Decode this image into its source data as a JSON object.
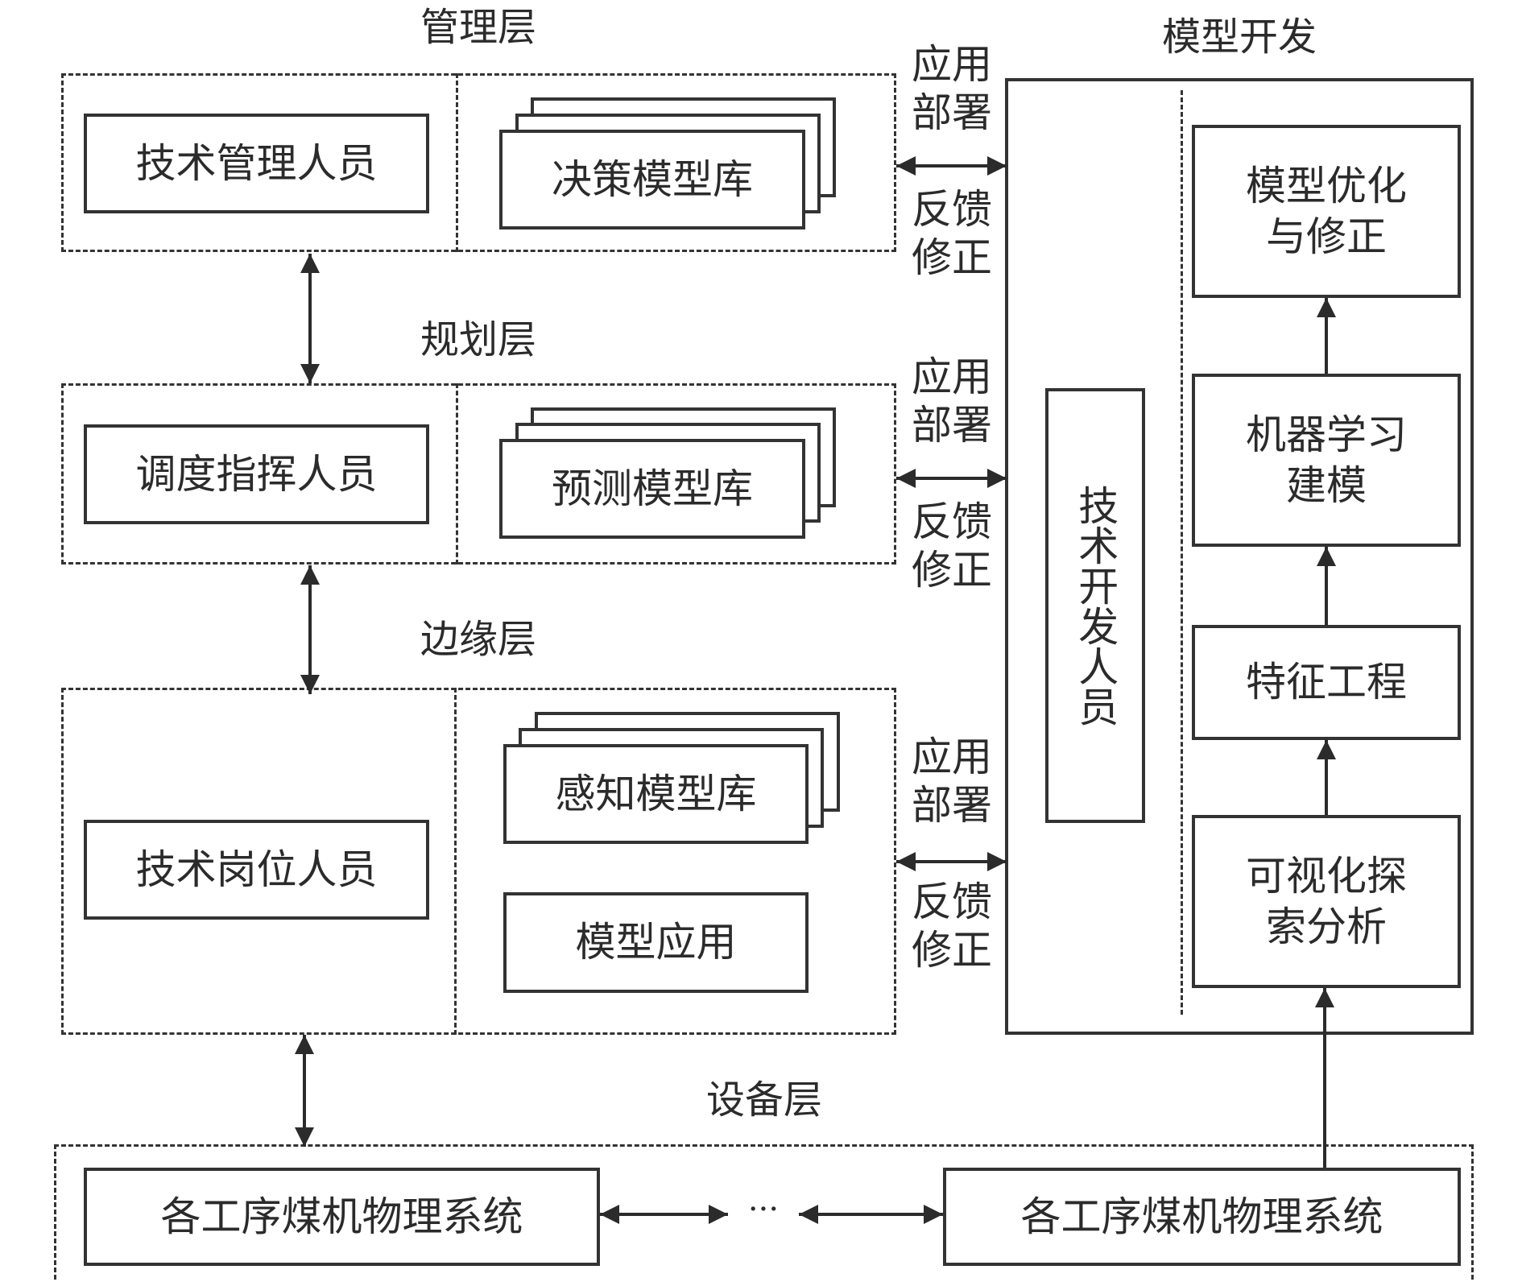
{
  "layers": {
    "management": {
      "title": "管理层",
      "personnel": "技术管理人员",
      "library": "决策模型库"
    },
    "planning": {
      "title": "规划层",
      "personnel": "调度指挥人员",
      "library": "预测模型库"
    },
    "edge": {
      "title": "边缘层",
      "personnel": "技术岗位人员",
      "library": "感知模型库",
      "application": "模型应用"
    },
    "device": {
      "title": "设备层",
      "system_left": "各工序煤机物理系统",
      "ellipsis": "···",
      "system_right": "各工序煤机物理系统"
    }
  },
  "connectors": {
    "deploy_label": "应用\n部署",
    "feedback_label": "反馈\n修正"
  },
  "model_dev": {
    "title": "模型开发",
    "developer": "技术开发人员",
    "steps": [
      "模型优化\n与修正",
      "机器学习\n建模",
      "特征工程",
      "可视化探\n索分析"
    ]
  }
}
